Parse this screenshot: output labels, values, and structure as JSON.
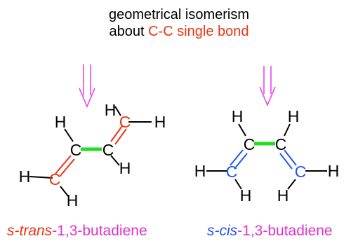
{
  "title": {
    "line1": "geometrical isomerism",
    "line2_prefix": "about ",
    "line2_highlight": "C-C single bond"
  },
  "molecules": [
    {
      "caption_prefix": "s-trans",
      "caption_suffix": "-1,3-butadiene",
      "caption_prefix_color": "#ee3311",
      "caption_suffix_color": "#dd33cc",
      "double_bond_color": "#ee3311"
    },
    {
      "caption_prefix": "s-cis",
      "caption_suffix": "-1,3-butadiene",
      "caption_prefix_color": "#2255ee",
      "caption_suffix_color": "#dd33cc",
      "double_bond_color": "#2255ee"
    }
  ],
  "atoms": {
    "carbon": "C",
    "hydrogen": "H"
  },
  "colors": {
    "single_bond_highlight": "#22dd22",
    "arrow": "#ee44ee",
    "bond": "#000000"
  }
}
